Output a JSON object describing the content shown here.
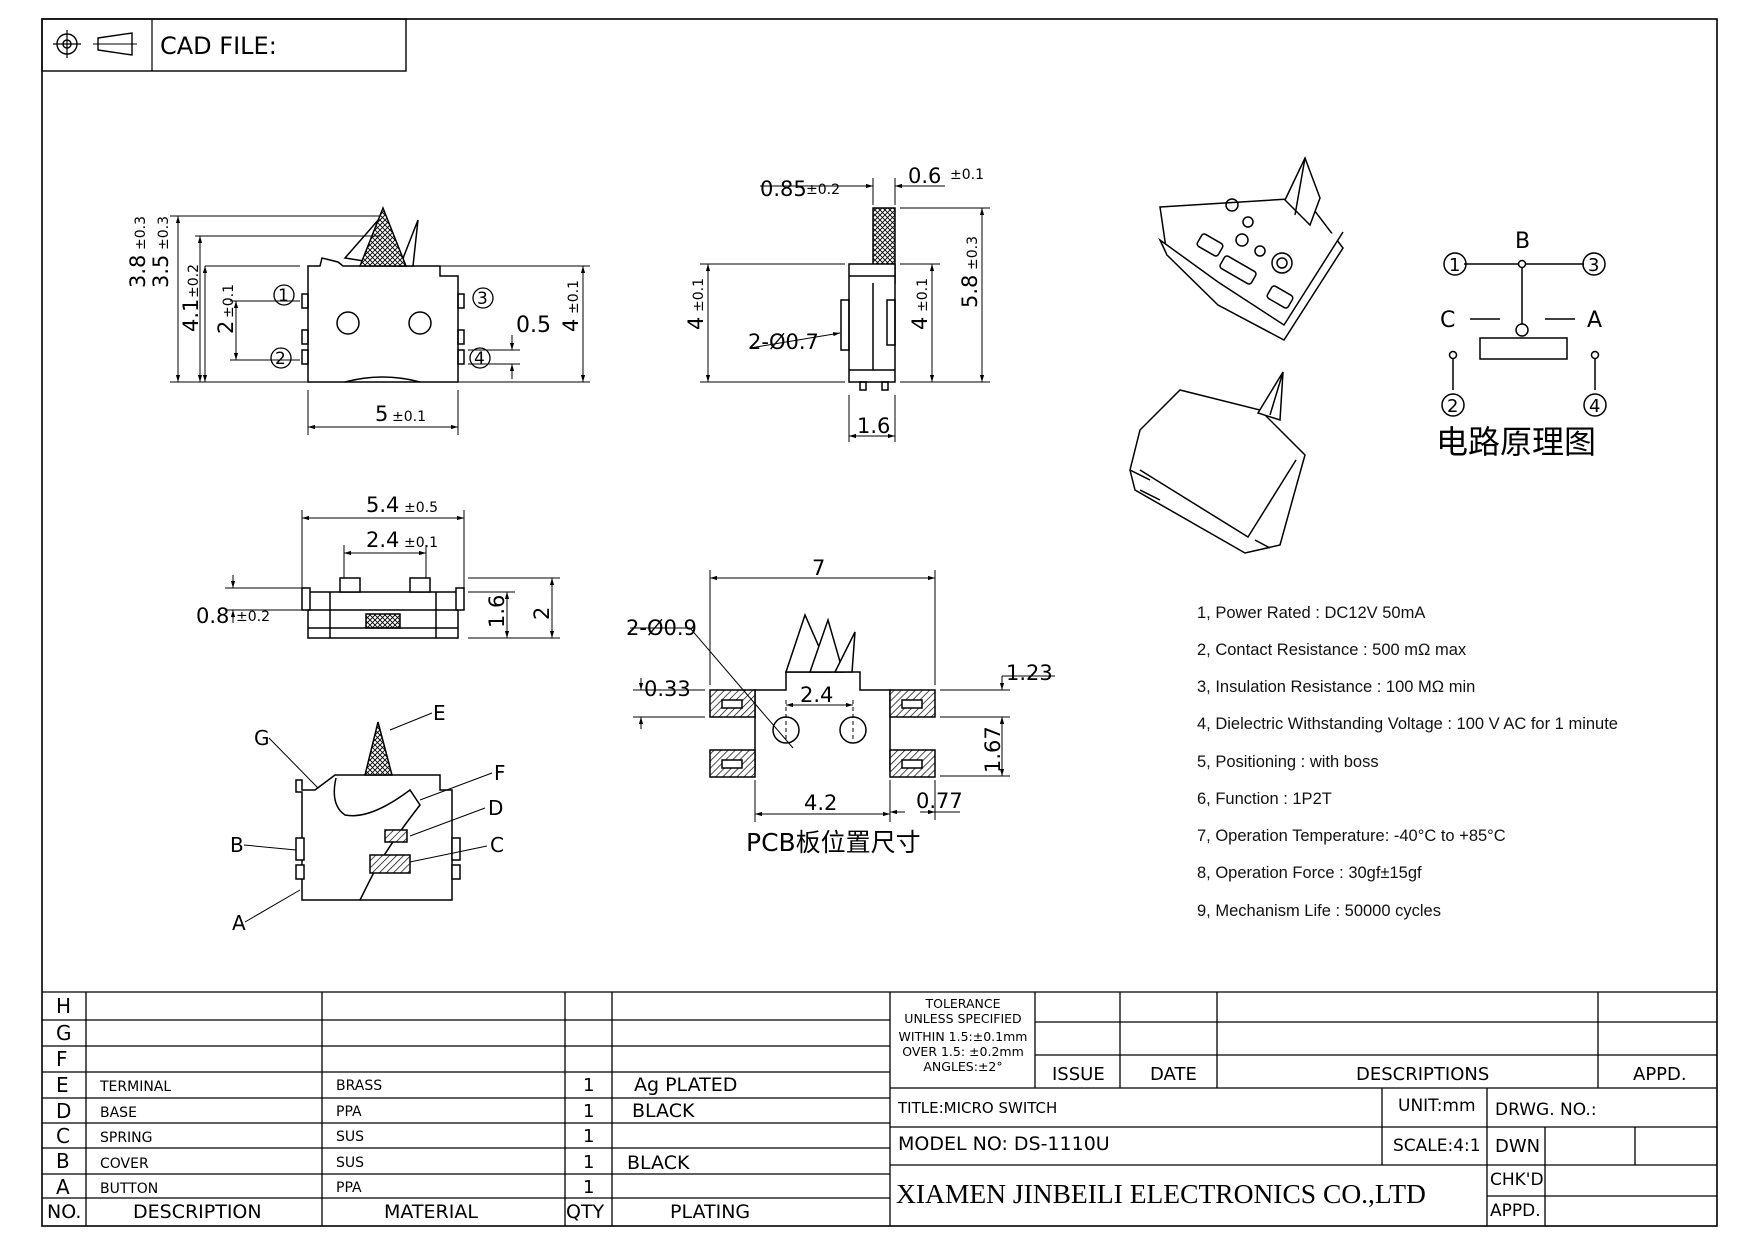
{
  "header": {
    "cad_file_label": "CAD FILE:",
    "projection_icon": "first-angle-projection-icon"
  },
  "views": {
    "front": {
      "dims": [
        "3.8",
        "±0.3",
        "3.5",
        "±0.3",
        "4.1",
        "±0.2",
        "2",
        "±0.1",
        "0.5",
        "4",
        "±0.1",
        "5",
        "±0.1"
      ],
      "pins": [
        "1",
        "2",
        "3",
        "4"
      ]
    },
    "side": {
      "dims": [
        "0.85",
        "±0.2",
        "0.6",
        "±0.1",
        "4",
        "±0.1",
        "2-Ø0.7",
        "4",
        "±0.1",
        "5.8",
        "±0.3",
        "1.6"
      ]
    },
    "top": {
      "dims": [
        "5.4",
        "±0.5",
        "2.4",
        "±0.1",
        "0.8",
        "±0.2",
        "1.6",
        "2"
      ]
    },
    "section": {
      "labels": [
        "A",
        "B",
        "C",
        "D",
        "E",
        "F",
        "G"
      ]
    },
    "pcb": {
      "dims": [
        "7",
        "2-Ø0.9",
        "0.33",
        "2.4",
        "1.23",
        "1.67",
        "0.77",
        "4.2"
      ],
      "title": "PCB板位置尺寸"
    }
  },
  "circuit": {
    "nodes": [
      "B",
      "C",
      "A"
    ],
    "pins": [
      "1",
      "3",
      "2",
      "4"
    ],
    "title": "电路原理图"
  },
  "specs": [
    "1, Power Rated : DC12V 50mA",
    "2, Contact Resistance : 500 mΩ max",
    "3, Insulation Resistance : 100 MΩ min",
    "4, Dielectric Withstanding Voltage : 100 V AC for 1 minute",
    "5, Positioning : with boss",
    "6, Function : 1P2T",
    "7, Operation Temperature: -40°C to +85°C",
    "8, Operation Force : 30gf±15gf",
    "9, Mechanism Life : 50000 cycles"
  ],
  "bom": {
    "headers": {
      "no": "NO.",
      "description": "DESCRIPTION",
      "material": "MATERIAL",
      "qty": "QTY",
      "plating": "PLATING"
    },
    "rows": [
      {
        "no": "H",
        "description": "",
        "material": "",
        "qty": "",
        "plating": ""
      },
      {
        "no": "G",
        "description": "",
        "material": "",
        "qty": "",
        "plating": ""
      },
      {
        "no": "F",
        "description": "",
        "material": "",
        "qty": "",
        "plating": ""
      },
      {
        "no": "E",
        "description": "TERMINAL",
        "material": "BRASS",
        "qty": "1",
        "plating": "Ag PLATED"
      },
      {
        "no": "D",
        "description": "BASE",
        "material": "PPA",
        "qty": "1",
        "plating": "BLACK"
      },
      {
        "no": "C",
        "description": "SPRING",
        "material": "SUS",
        "qty": "1",
        "plating": ""
      },
      {
        "no": "B",
        "description": "COVER",
        "material": "SUS",
        "qty": "1",
        "plating": "BLACK"
      },
      {
        "no": "A",
        "description": "BUTTON",
        "material": "PPA",
        "qty": "1",
        "plating": ""
      }
    ]
  },
  "title_block": {
    "tolerance": [
      "TOLERANCE",
      "UNLESS SPECIFIED",
      "WITHIN 1.5:±0.1mm",
      "OVER 1.5: ±0.2mm",
      "ANGLES:±2°"
    ],
    "rev_headers": {
      "issue": "ISSUE",
      "date": "DATE",
      "descriptions": "DESCRIPTIONS",
      "appd": "APPD."
    },
    "title": "TITLE:MICRO SWITCH",
    "unit": "UNIT:mm",
    "drwg_no": "DRWG. NO.:",
    "model": "MODEL NO: DS-1110U",
    "scale": "SCALE:4:1",
    "dwn": "DWN",
    "chkd": "CHK'D",
    "appd": "APPD.",
    "company": "XIAMEN JINBEILI ELECTRONICS CO.,LTD"
  }
}
